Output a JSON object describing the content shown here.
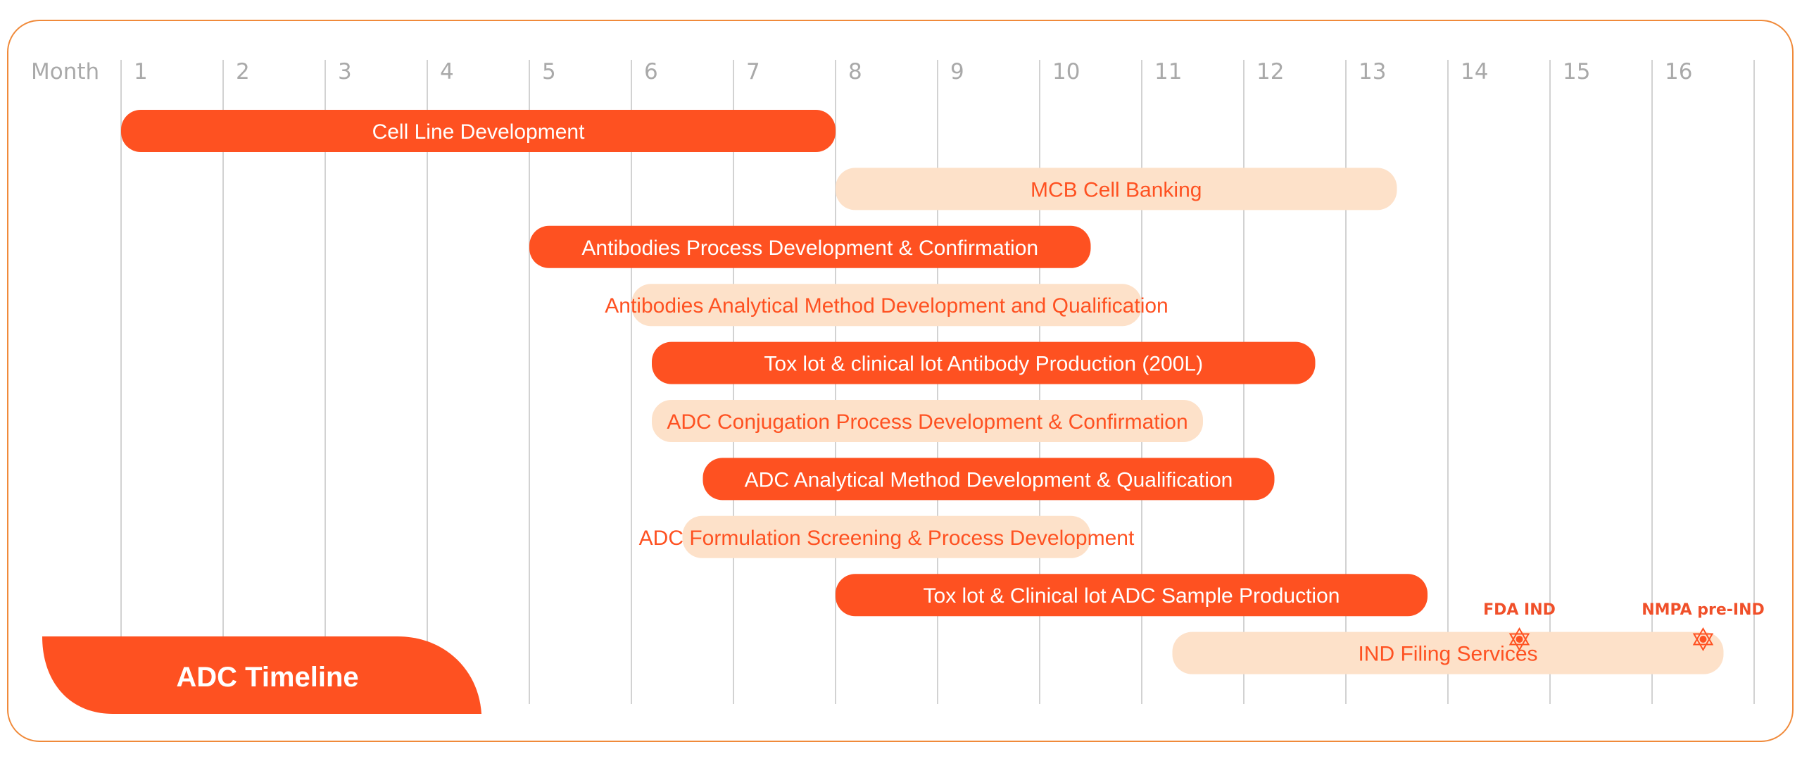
{
  "chart_data": {
    "type": "gantt",
    "title": "ADC Timeline",
    "xlabel": "Month",
    "x_ticks": [
      "1",
      "2",
      "3",
      "4",
      "5",
      "6",
      "7",
      "8",
      "9",
      "10",
      "11",
      "12",
      "13",
      "14",
      "15",
      "16"
    ],
    "xlim": [
      1,
      16.9
    ],
    "grid": true,
    "colors": {
      "dark": "#fe5121",
      "light": "#fde1c9",
      "dark_text": "#ffffff",
      "light_text": "#fe5121",
      "frame": "#f08a3a",
      "grid": "#d2d2d2",
      "tick_text": "#a9a9a9"
    },
    "tasks": [
      {
        "label": "Cell Line Development",
        "start": 1.0,
        "end": 8.0,
        "style": "dark"
      },
      {
        "label": "MCB Cell Banking",
        "start": 8.0,
        "end": 13.5,
        "style": "light"
      },
      {
        "label": "Antibodies Process Development & Confirmation",
        "start": 5.0,
        "end": 10.5,
        "style": "dark"
      },
      {
        "label": "Antibodies Analytical Method Development and Qualification",
        "start": 6.0,
        "end": 11.0,
        "style": "light"
      },
      {
        "label": "Tox lot & clinical lot Antibody Production  (200L)",
        "start": 6.2,
        "end": 12.7,
        "style": "dark"
      },
      {
        "label": "ADC Conjugation Process Development & Confirmation",
        "start": 6.2,
        "end": 11.6,
        "style": "light"
      },
      {
        "label": "ADC Analytical Method Development & Qualification",
        "start": 6.7,
        "end": 12.3,
        "style": "dark"
      },
      {
        "label": "ADC Formulation Screening & Process Development",
        "start": 6.5,
        "end": 10.5,
        "style": "light"
      },
      {
        "label": "Tox lot & Clinical lot ADC Sample Production",
        "start": 8.0,
        "end": 13.8,
        "style": "dark"
      },
      {
        "label": "IND Filing Services",
        "start": 11.3,
        "end": 16.7,
        "style": "light"
      }
    ],
    "milestones": [
      {
        "label": "FDA IND",
        "x": 14.7
      },
      {
        "label": "NMPA pre-IND",
        "x": 16.5
      }
    ]
  }
}
